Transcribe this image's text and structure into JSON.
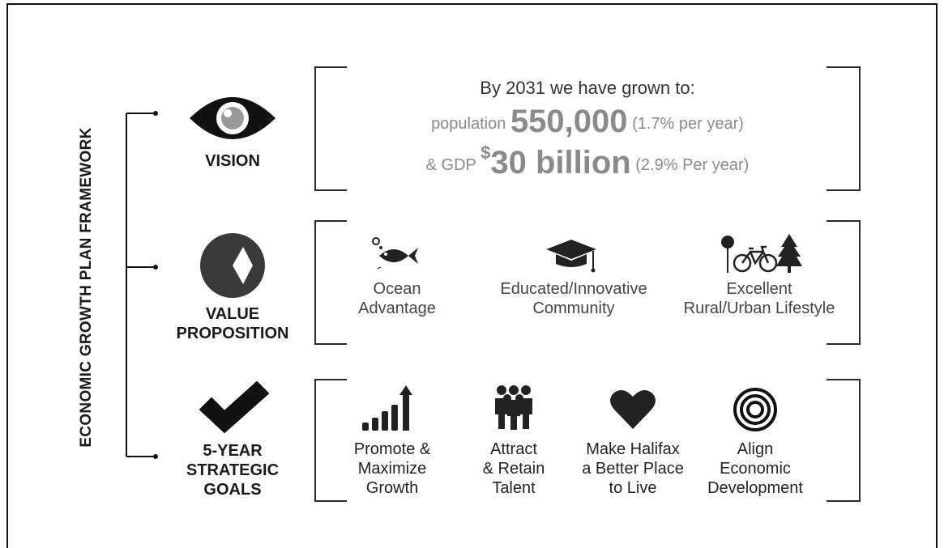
{
  "framework_title": "ECONOMIC GROWTH PLAN FRAMEWORK",
  "vision": {
    "label": "VISION",
    "icon": "eye-icon",
    "line1": "By 2031 we have grown to:",
    "pop_prefix": "population",
    "pop_value": "550,000",
    "pop_rate": "(1.7% per year)",
    "gdp_prefix": "& GDP",
    "gdp_currency": "$",
    "gdp_value": "30 billion",
    "gdp_rate": "(2.9% Per year)"
  },
  "value_proposition": {
    "label_line1": "VALUE",
    "label_line2": "PROPOSITION",
    "icon": "pie-chart-icon",
    "items": [
      {
        "line1": "Ocean",
        "line2": "Advantage",
        "icon": "fish-icon"
      },
      {
        "line1": "Educated/Innovative",
        "line2": "Community",
        "icon": "graduation-cap-icon"
      },
      {
        "line1": "Excellent",
        "line2": "Rural/Urban Lifestyle",
        "icon": "bike-tree-icon"
      }
    ]
  },
  "goals": {
    "label_line1": "5-YEAR",
    "label_line2": "STRATEGIC",
    "label_line3": "GOALS",
    "icon": "checkmark-icon",
    "items": [
      {
        "line1": "Promote &",
        "line2": "Maximize",
        "line3": "Growth",
        "icon": "growth-bars-icon"
      },
      {
        "line1": "Attract",
        "line2": "& Retain",
        "line3": "Talent",
        "icon": "people-icon"
      },
      {
        "line1": "Make Halifax",
        "line2": "a Better Place",
        "line3": "to Live",
        "icon": "heart-icon"
      },
      {
        "line1": "Align",
        "line2": "Economic",
        "line3": "Development",
        "icon": "concentric-circles-icon"
      }
    ]
  }
}
